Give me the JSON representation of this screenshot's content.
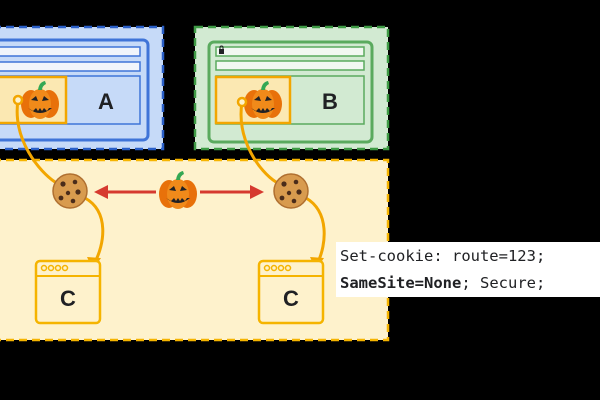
{
  "site_a": {
    "letter": "A"
  },
  "site_b": {
    "letter": "B"
  },
  "embed_box_left": {
    "letter": "C"
  },
  "embed_box_right": {
    "letter": "C"
  },
  "code": {
    "line1": "Set-cookie: route=123;",
    "line2_bold": "SameSite=None",
    "line2_rest": "; Secure;"
  },
  "icons": [
    "pumpkin-icon",
    "cookie-icon",
    "lock-icon"
  ],
  "colors": {
    "site_a_fill": "#c6daf8",
    "site_a_border": "#3f74d8",
    "site_b_fill": "#d2ead2",
    "site_b_border": "#5aaa5e",
    "cross_site_fill": "#fef2cc",
    "cross_site_border": "#f5b400",
    "arrow_orange": "#f2a600",
    "arrow_red": "#d63a2f",
    "background": "#000000"
  }
}
